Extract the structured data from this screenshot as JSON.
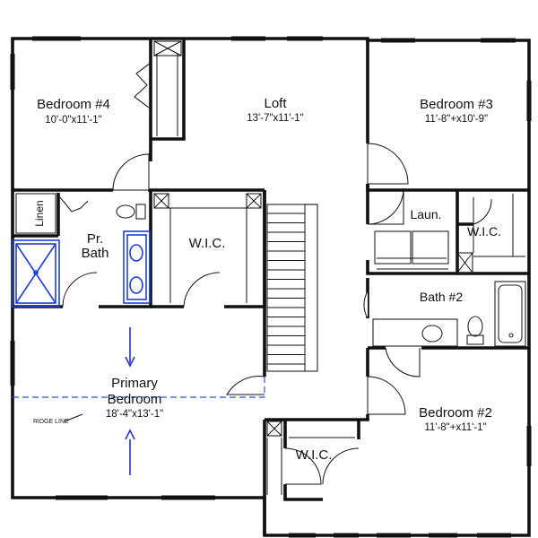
{
  "plan": {
    "rooms": [
      {
        "id": "bedroom4",
        "name": "Bedroom #4",
        "dims": "10'-0\"x11'-1\""
      },
      {
        "id": "loft",
        "name": "Loft",
        "dims": "13'-7\"x11'-1\""
      },
      {
        "id": "bedroom3",
        "name": "Bedroom #3",
        "dims": "11'-8\"+x10'-9\""
      },
      {
        "id": "linen",
        "name": "Linen"
      },
      {
        "id": "prbath",
        "name": "Pr.",
        "name2": "Bath"
      },
      {
        "id": "wic-primary",
        "name": "W.I.C."
      },
      {
        "id": "laundry",
        "name": "Laun."
      },
      {
        "id": "wic-bed3",
        "name": "W.I.C."
      },
      {
        "id": "bath2",
        "name": "Bath #2"
      },
      {
        "id": "primary",
        "name": "Primary",
        "name2": "Bedroom",
        "dims": "18'-4\"x13'-1\""
      },
      {
        "id": "wic-bed2",
        "name": "W.I.C."
      },
      {
        "id": "bedroom2",
        "name": "Bedroom #2",
        "dims": "11'-8\"+x11'-1\""
      }
    ],
    "ridge_label": "RIDGE LINE",
    "colors": {
      "walls": "#111111",
      "blue_fixtures": "#1f3fd1",
      "ridge_line": "#2c4fe0"
    }
  }
}
